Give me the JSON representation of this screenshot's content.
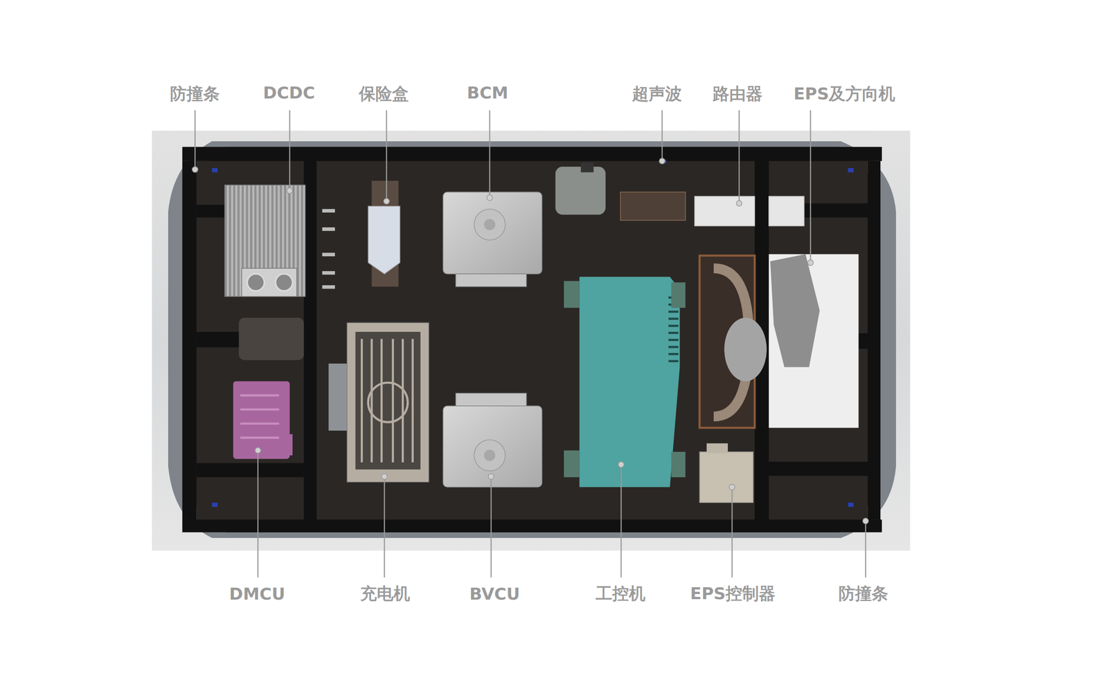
{
  "diagram": {
    "labels": [
      "防撞条",
      "DCDC",
      "保险盒",
      "BCM",
      "超声波",
      "路由器",
      "EPS及方向机",
      "DMCU",
      "充电机",
      "BVCU",
      "工控机",
      "EPS控制器",
      "防撞条"
    ]
  }
}
